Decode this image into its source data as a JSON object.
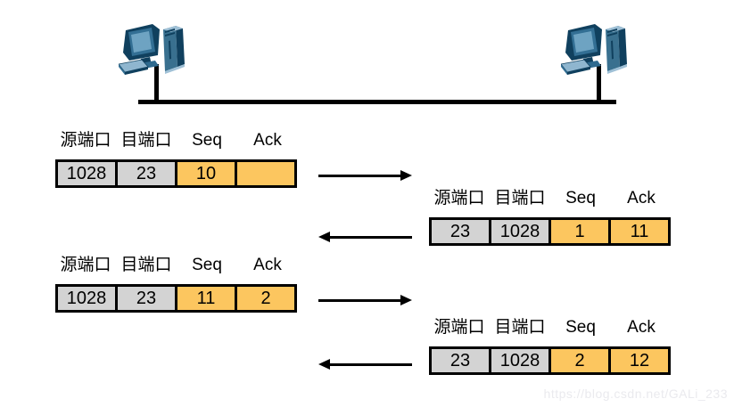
{
  "headers": [
    "源端口",
    "目端口",
    "Seq",
    "Ack"
  ],
  "packets": [
    {
      "side": "left",
      "arrow": "right",
      "cells": [
        "1028",
        "23",
        "10",
        ""
      ]
    },
    {
      "side": "right",
      "arrow": "left",
      "cells": [
        "23",
        "1028",
        "1",
        "11"
      ]
    },
    {
      "side": "left",
      "arrow": "right",
      "cells": [
        "1028",
        "23",
        "11",
        "2"
      ]
    },
    {
      "side": "right",
      "arrow": "left",
      "cells": [
        "23",
        "1028",
        "2",
        "12"
      ]
    }
  ],
  "icons": {
    "left_host": "desktop-computer-icon",
    "right_host": "desktop-computer-icon"
  },
  "colors": {
    "cell_gray": "#d3d3d3",
    "cell_orange": "#fcc65f",
    "line": "#000000",
    "computer_dark": "#10405e",
    "computer_mid": "#336f94",
    "computer_light": "#8fb6cf",
    "watermark_text": "#eaeaee"
  },
  "watermark": "https://blog.csdn.net/GALi_233"
}
